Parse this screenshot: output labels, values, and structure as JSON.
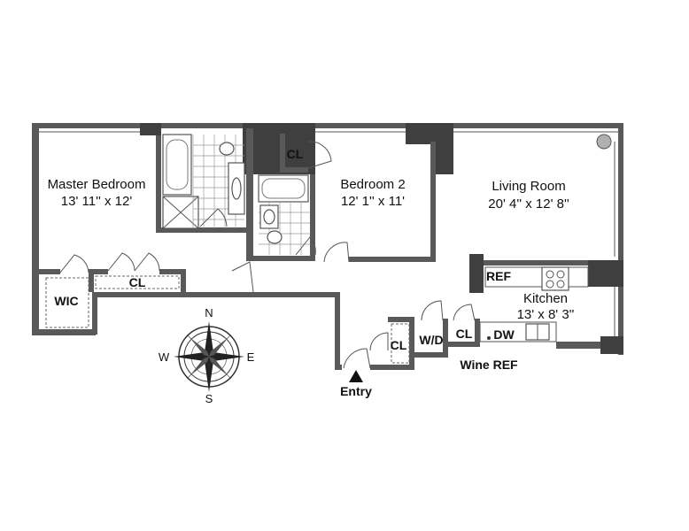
{
  "rooms": {
    "master_bedroom": {
      "name": "Master Bedroom",
      "size": "13' 11'' x 12'"
    },
    "bedroom_2": {
      "name": "Bedroom 2",
      "size": "12' 1'' x 11'"
    },
    "living_room": {
      "name": "Living Room",
      "size": "20' 4'' x 12' 8''"
    },
    "kitchen": {
      "name": "Kitchen",
      "size": "13' x 8' 3''"
    }
  },
  "labels": {
    "wic": "WIC",
    "closet": "CL",
    "washer_dryer": "W/D",
    "refrigerator": "REF",
    "dishwasher": "DW",
    "wine_ref": "Wine REF",
    "entry": "Entry"
  },
  "compass": {
    "north": "N",
    "south": "S",
    "east": "E",
    "west": "W"
  }
}
